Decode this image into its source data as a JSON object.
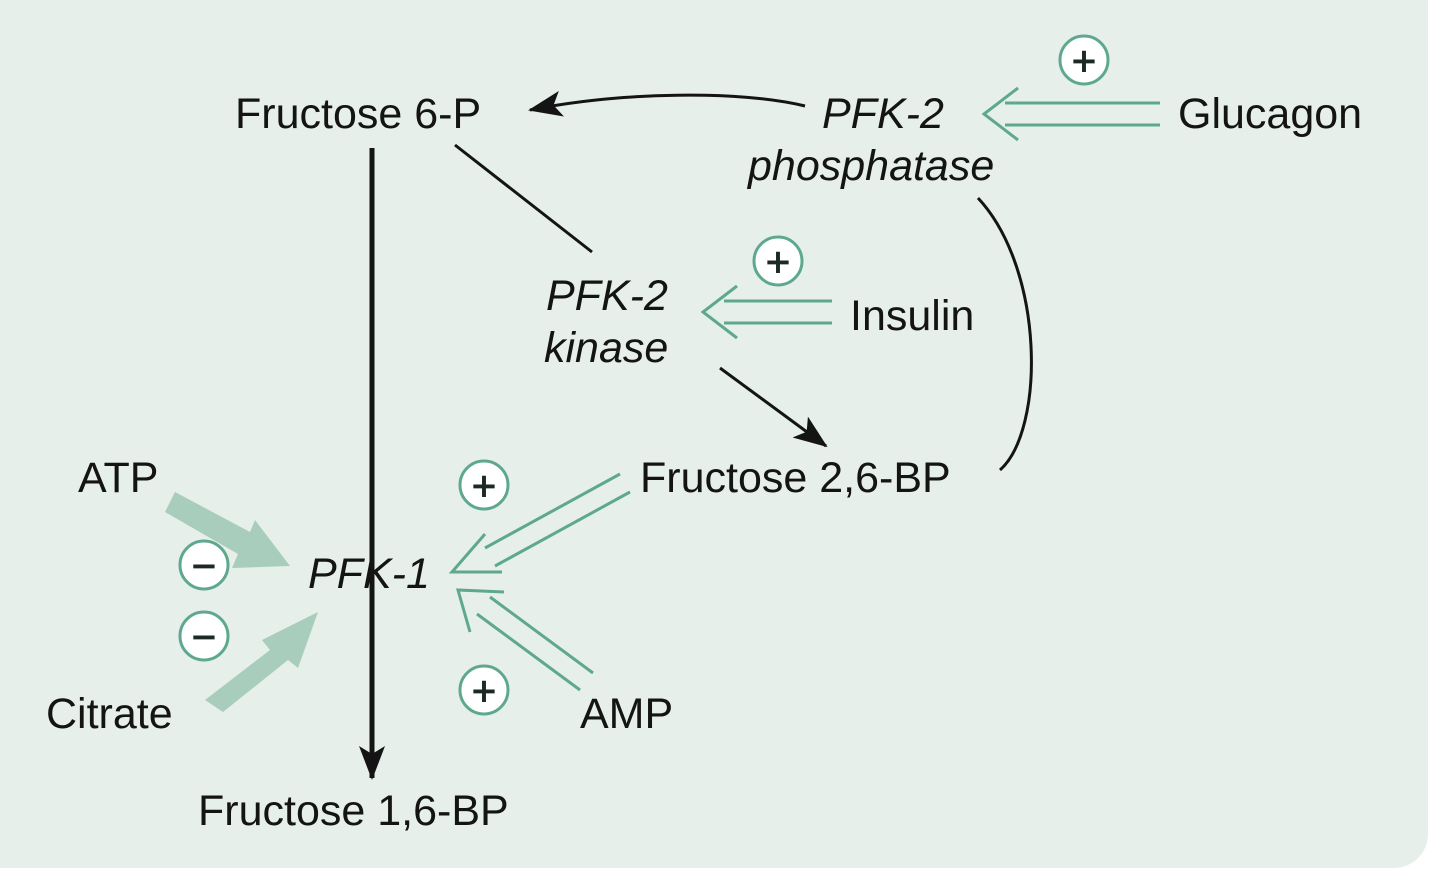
{
  "labels": {
    "fructose_6p": "Fructose 6-P",
    "fructose_16bp": "Fructose 1,6-BP",
    "fructose_26bp": "Fructose 2,6-BP",
    "atp": "ATP",
    "citrate": "Citrate",
    "amp": "AMP",
    "insulin": "Insulin",
    "glucagon": "Glucagon"
  },
  "enzymes": {
    "pfk1": "PFK-1",
    "pfk2_kinase_line1": "PFK-2",
    "pfk2_kinase_line2": "kinase",
    "pfk2_phosphatase_line1": "PFK-2",
    "pfk2_phosphatase_line2": "phosphatase"
  },
  "signs": {
    "plus": "+",
    "minus": "−"
  },
  "colors": {
    "background": "#e6efe9",
    "regulator_arrow": "#5fa890",
    "reaction_arrow": "#141414",
    "sign_circle": "#ffffff"
  }
}
